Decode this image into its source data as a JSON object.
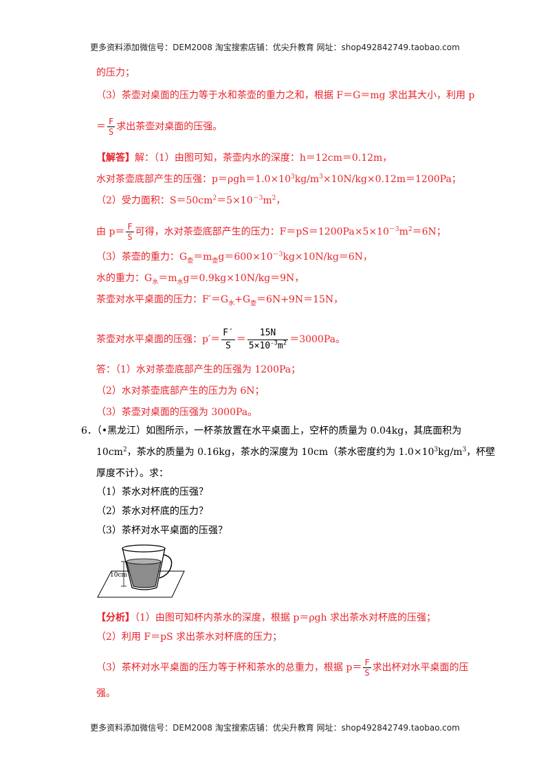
{
  "header": "更多资料添加微信号：DEM2008    淘宝搜索店铺：优尖升教育  网址：shop492842749.taobao.com",
  "footer": "更多资料添加微信号：DEM2008    淘宝搜索店铺：优尖升教育  网址：shop492842749.taobao.com",
  "lines": {
    "l1": "的压力；",
    "l2": "（3）茶壶对桌面的压力等于水和茶壶的重力之和，根据 F＝G＝mg 求出其大小，利用 p",
    "l3_eq": "＝",
    "l3_frac_num": "F",
    "l3_frac_den": "S",
    "l3_text": "求出茶壶对桌面的压强。",
    "l4_tag": "【解答】",
    "l4_text": "解：（1）由图可知，茶壶内水的深度：h＝12cm＝0.12m，",
    "l5_a": "水对茶壶底部产生的压强：p＝ρgh＝1.0×10",
    "l5_sup1": "3",
    "l5_b": "kg/m",
    "l5_sup2": "3",
    "l5_c": "×10N/kg×0.12m＝1200Pa；",
    "l6_a": "（2）受力面积：S＝50cm",
    "l6_sup1": "2",
    "l6_b": "＝5×10",
    "l6_sup2": "－3",
    "l6_c": "m",
    "l6_sup3": "2",
    "l6_d": "，",
    "l7_a": "由 p＝",
    "l7_frac_num": "F",
    "l7_frac_den": "S",
    "l7_b": "可得，水对茶壶底部产生的压力：F＝pS＝1200Pa×5×10",
    "l7_sup1": "－3",
    "l7_c": "m",
    "l7_sup2": "2",
    "l7_d": "＝6N；",
    "l8_a": "（3）茶壶的重力：G",
    "l8_sub1": "壶",
    "l8_b": "＝m",
    "l8_sub2": "壶",
    "l8_c": "g＝600×10",
    "l8_sup1": "－3",
    "l8_d": "kg×10N/kg＝6N，",
    "l9_a": "水的重力：G",
    "l9_sub1": "水",
    "l9_b": "＝m",
    "l9_sub2": "水",
    "l9_c": "g＝0.9kg×10N/kg＝9N，",
    "l10_a": "茶壶对水平桌面的压力：F′＝G",
    "l10_sub1": "水",
    "l10_b": "+G",
    "l10_sub2": "壶",
    "l10_c": "＝6N+9N＝15N，",
    "l11_a": "茶壶对水平桌面的压强：p′＝",
    "l11_f1_num": "F′",
    "l11_f1_den": "S",
    "l11_eq": "＝",
    "l11_f2_num": "15N",
    "l11_f2_den_a": "5×10",
    "l11_f2_den_sup1": "-3",
    "l11_f2_den_b": "m",
    "l11_f2_den_sup2": "2",
    "l11_b": "＝3000Pa。",
    "l12": "答：（1）水对茶壶底部产生的压强为 1200Pa；",
    "l13": "（2）水对茶壶底部产生的压力为 6N；",
    "l14": "（3）茶壶对桌面的压强为 3000Pa。",
    "q6_num": "6．",
    "q6_a": "（•黑龙江）如图所示，一杯茶放置在水平桌面上，空杯的质量为 0.04kg，其底面积为",
    "q6_b1": "10cm",
    "q6_b_sup1": "2",
    "q6_b2": "，茶水的质量为 0.16kg，茶水的深度为 10cm（茶水密度约为 1.0×10",
    "q6_b_sup2": "3",
    "q6_b3": "kg/m",
    "q6_b_sup3": "3",
    "q6_b4": "，杯壁",
    "q6_c": "厚度不计）。求：",
    "q6_s1": "（1）茶水对杯底的压强？",
    "q6_s2": "（2）茶水对杯底的压力？",
    "q6_s3": "（3）茶杯对水平桌面的压强？",
    "fig_label": "10cm",
    "an_tag": "【分析】",
    "an1": "（1）由图可知杯内茶水的深度，根据 p＝ρgh 求出茶水对杯底的压强；",
    "an2": "（2）利用 F＝pS 求出茶水对杯底的压力；",
    "an3_a": "（3）茶杯对水平桌面的压力等于杯和茶水的总重力，根据 p＝",
    "an3_frac_num": "F",
    "an3_frac_den": "S",
    "an3_b": "求出杯对水平桌面的压",
    "an4": "强。"
  },
  "colors": {
    "answer_red": "#e8232a",
    "text_black": "#000000"
  }
}
